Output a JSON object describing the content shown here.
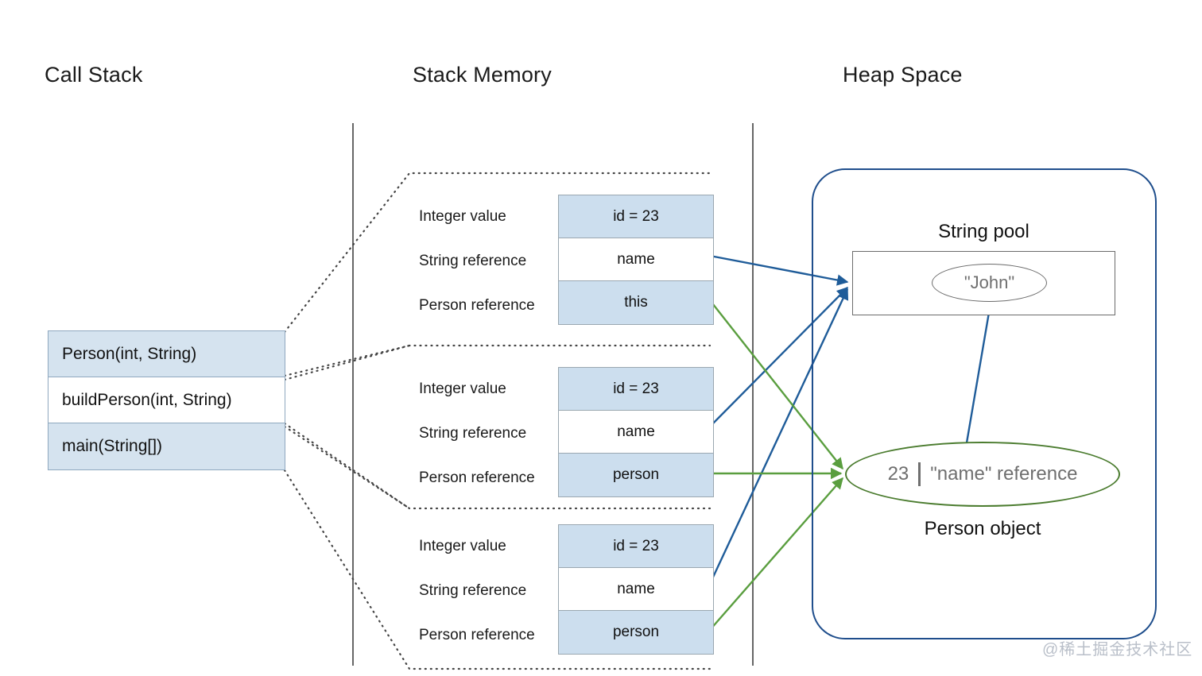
{
  "titles": {
    "call_stack": "Call Stack",
    "stack_memory": "Stack Memory",
    "heap_space": "Heap Space"
  },
  "call_stack": {
    "frames": [
      {
        "label": "Person(int, String)",
        "shaded": true
      },
      {
        "label": "buildPerson(int, String)",
        "shaded": false
      },
      {
        "label": "main(String[])",
        "shaded": true
      }
    ]
  },
  "stack_memory": {
    "row_labels": [
      "Integer value",
      "String reference",
      "Person reference"
    ],
    "frames": [
      {
        "cells": [
          "id = 23",
          "name",
          "this"
        ]
      },
      {
        "cells": [
          "id = 23",
          "name",
          "person"
        ]
      },
      {
        "cells": [
          "id = 23",
          "name",
          "person"
        ]
      }
    ]
  },
  "heap": {
    "string_pool_title": "String pool",
    "interned_string": "\"John\"",
    "person_object": {
      "id": "23",
      "name_ref": "\"name\" reference",
      "caption": "Person object"
    }
  },
  "watermark": "@稀土掘金技术社区",
  "colors": {
    "cell_shaded": "#ccdeee",
    "callstack_shaded": "#d5e3ef",
    "heap_border": "#1f4e8c",
    "string_arrow": "#1f5c99",
    "person_arrow": "#5a9e3f",
    "person_ellipse_border": "#4b7c2f",
    "divider_line": "#666666",
    "muted_text": "#6f6f6f"
  }
}
